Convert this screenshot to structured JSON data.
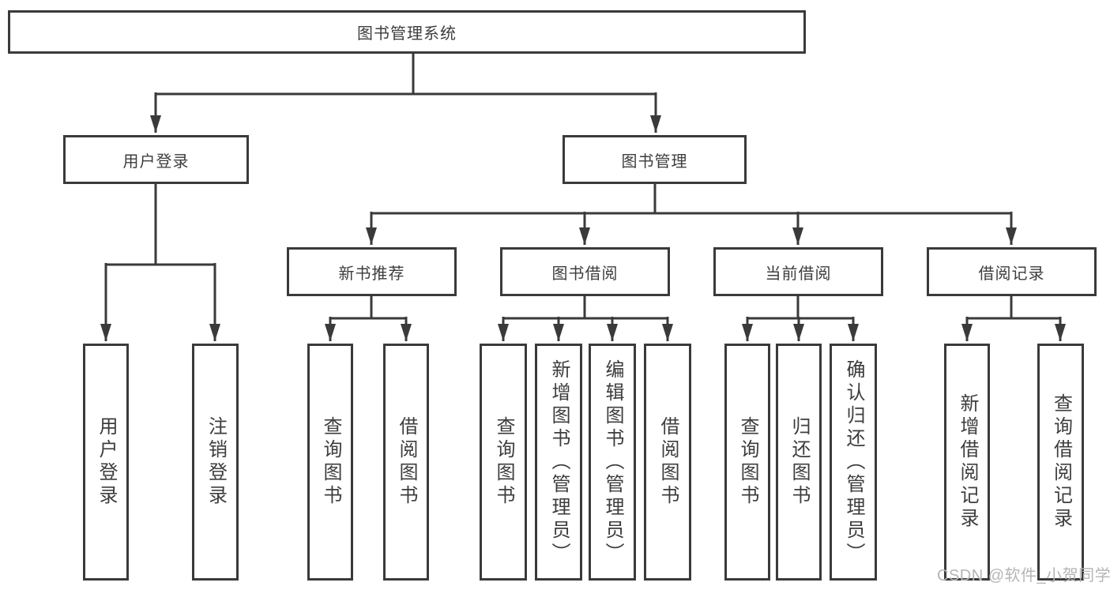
{
  "diagram": {
    "root": {
      "label": "图书管理系统"
    },
    "level2": [
      {
        "label": "用户登录"
      },
      {
        "label": "图书管理"
      }
    ],
    "level3": [
      {
        "label": "新书推荐"
      },
      {
        "label": "图书借阅"
      },
      {
        "label": "当前借阅"
      },
      {
        "label": "借阅记录"
      }
    ],
    "leaves": {
      "user_login": [
        {
          "label": "用户登录"
        },
        {
          "label": "注销登录"
        }
      ],
      "new_book_recommend": [
        {
          "label": "查询图书"
        },
        {
          "label": "借阅图书"
        }
      ],
      "book_borrow": [
        {
          "label": "查询图书"
        },
        {
          "label": "新增图书（管理员）"
        },
        {
          "label": "编辑图书（管理员）"
        },
        {
          "label": "借阅图书"
        }
      ],
      "current_borrow": [
        {
          "label": "查询图书"
        },
        {
          "label": "归还图书"
        },
        {
          "label": "确认归还（管理员）"
        }
      ],
      "borrow_record": [
        {
          "label": "新增借阅记录"
        },
        {
          "label": "查询借阅记录"
        }
      ]
    }
  },
  "watermark": {
    "text": "CSDN @软件_小贺同学"
  },
  "colors": {
    "line": "#3a3a3a",
    "text": "#3d3d3d",
    "watermark": "#b5b5b5",
    "background": "#ffffff"
  }
}
